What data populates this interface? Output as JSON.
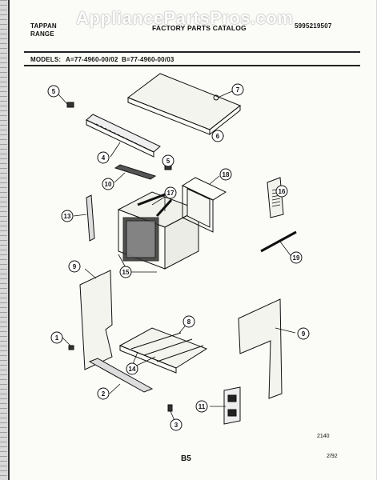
{
  "header": {
    "brand_line1": "TAPPAN",
    "brand_line2": "RANGE",
    "catalog_title": "FACTORY PARTS CATALOG",
    "catalog_number": "5995219507",
    "watermark": "AppliancePartsPros.com"
  },
  "models": {
    "label": "MODELS:",
    "model_a": "A=77-4960-00/02",
    "model_b": "B=77-4960-00/03"
  },
  "callouts": [
    "5",
    "7",
    "6",
    "4",
    "5",
    "10",
    "18",
    "17",
    "16",
    "13",
    "9",
    "15",
    "19",
    "8",
    "9",
    "1",
    "14",
    "2",
    "11",
    "3"
  ],
  "footer": {
    "figure_code": "2140",
    "page": "B5",
    "date": "2/92"
  }
}
